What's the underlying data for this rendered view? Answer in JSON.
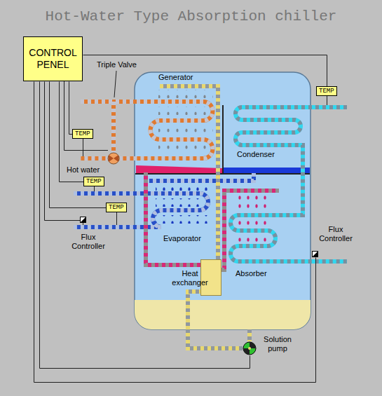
{
  "diagram": {
    "title": "Hot-Water Type Absorption chiller",
    "nodes": [
      {
        "text": [
          "CONTROL PENEL"
        ]
      },
      {
        "text": [
          "TEMP"
        ]
      },
      {
        "text": [
          "TEMP"
        ]
      },
      {
        "text": [
          "TEMP"
        ]
      },
      {
        "text": [
          "TEMP"
        ]
      },
      {
        "text": [
          "Flux Controller"
        ]
      },
      {
        "text": [
          "Flux Controller"
        ]
      },
      {
        "text": [
          "Heat exchanger"
        ]
      },
      {
        "text": [
          "Solution pump"
        ]
      }
    ],
    "edges": [
      {
        "from": 0,
        "to": 1,
        "arrow": "none"
      },
      {
        "from": 0,
        "to": 2,
        "arrow": "none"
      },
      {
        "from": 0,
        "to": 3,
        "arrow": "none"
      },
      {
        "from": 0,
        "to": 4,
        "arrow": "none"
      },
      {
        "from": 0,
        "to": 5,
        "arrow": "none"
      },
      {
        "from": 0,
        "to": 6,
        "arrow": "none"
      },
      {
        "from": 0,
        "to": 8,
        "arrow": "none"
      }
    ],
    "labels": [
      "Triple Valve",
      "Generator",
      "Condenser",
      "Hot water",
      "Evaporator",
      "Absorber"
    ]
  }
}
